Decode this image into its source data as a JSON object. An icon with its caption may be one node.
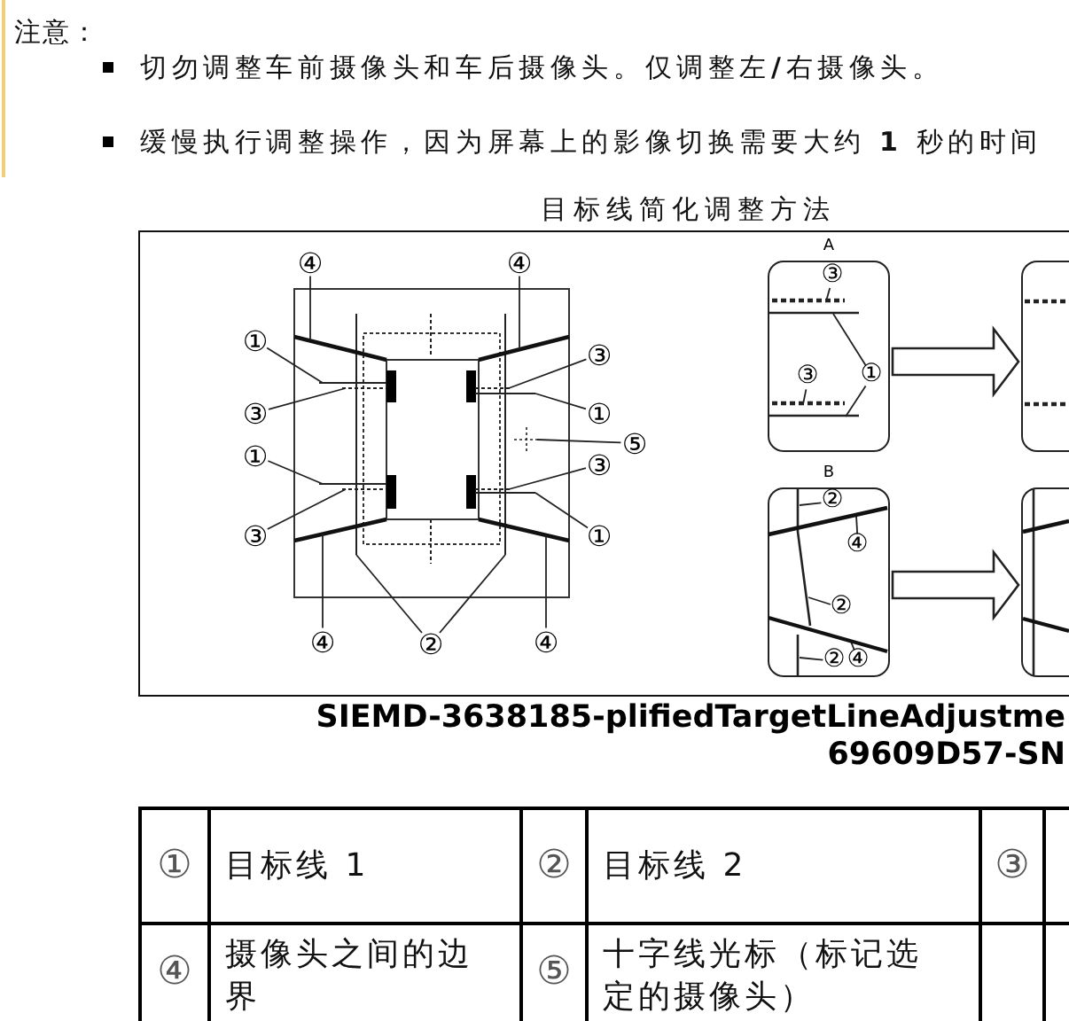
{
  "diagram": {
    "title": "目标线简化调整方法",
    "caption": "SIEMD-3638185-plifiedTargetLineAdjustme 69609D57-SN",
    "nodes": [
      {
        "text": [
          "④"
        ]
      },
      {
        "text": [
          "④"
        ]
      },
      {
        "text": [
          "①"
        ]
      },
      {
        "text": [
          "③"
        ]
      },
      {
        "text": [
          "③"
        ]
      },
      {
        "text": [
          "①"
        ]
      },
      {
        "text": [
          "⑤"
        ]
      },
      {
        "text": [
          "①"
        ]
      },
      {
        "text": [
          "③"
        ]
      },
      {
        "text": [
          "③"
        ]
      },
      {
        "text": [
          "①"
        ]
      },
      {
        "text": [
          "④"
        ]
      },
      {
        "text": [
          "②"
        ]
      },
      {
        "text": [
          "④"
        ]
      },
      {
        "text": [
          "A"
        ]
      },
      {
        "text": [
          "③"
        ],
        "in": 14
      },
      {
        "text": [],
        "shape": "line",
        "in": 14
      },
      {
        "text": [],
        "shape": "line",
        "in": 14
      },
      {
        "text": [
          "③"
        ],
        "in": 14
      },
      {
        "text": [
          "①"
        ],
        "in": 14
      },
      {
        "text": [],
        "shape": "line",
        "in": 14
      },
      {
        "text": [],
        "shape": "line",
        "in": 14
      },
      {
        "text": [],
        "shape": "box"
      },
      {
        "text": [
          "B"
        ]
      },
      {
        "text": [
          "②"
        ],
        "in": 23
      },
      {
        "text": [],
        "shape": "line",
        "in": 23
      },
      {
        "text": [
          "④"
        ],
        "in": 23
      },
      {
        "text": [
          "②"
        ],
        "in": 23
      },
      {
        "text": [],
        "shape": "line",
        "in": 23
      },
      {
        "text": [
          "②"
        ],
        "in": 23
      },
      {
        "text": [
          "④"
        ],
        "in": 23
      },
      {
        "text": [],
        "shape": "box"
      }
    ],
    "edges": [
      {
        "from": 0,
        "to": null,
        "arrow": "none"
      },
      {
        "from": 1,
        "to": null,
        "arrow": "none"
      },
      {
        "from": 2,
        "to": null,
        "arrow": "none"
      },
      {
        "from": 3,
        "to": null,
        "arrow": "none"
      },
      {
        "from": 4,
        "to": null,
        "arrow": "none"
      },
      {
        "from": 5,
        "to": null,
        "arrow": "none"
      },
      {
        "from": 6,
        "to": null,
        "arrow": "none"
      },
      {
        "from": 7,
        "to": null,
        "arrow": "none"
      },
      {
        "from": 8,
        "to": null,
        "arrow": "none"
      },
      {
        "from": 9,
        "to": null,
        "arrow": "none"
      },
      {
        "from": 10,
        "to": null,
        "arrow": "none"
      },
      {
        "from": 11,
        "to": null,
        "arrow": "none"
      },
      {
        "from": 12,
        "to": null,
        "arrow": "none"
      },
      {
        "from": 12,
        "to": null,
        "arrow": "none"
      },
      {
        "from": 13,
        "to": null,
        "arrow": "none"
      },
      {
        "from": 15,
        "to": 16,
        "arrow": "none"
      },
      {
        "from": 18,
        "to": 20,
        "arrow": "none"
      },
      {
        "from": 19,
        "to": 17,
        "arrow": "none"
      },
      {
        "from": 19,
        "to": 21,
        "arrow": "none"
      },
      {
        "from": 14,
        "to": 22,
        "arrow": "to"
      },
      {
        "from": 24,
        "to": null,
        "arrow": "none"
      },
      {
        "from": 26,
        "to": 25,
        "arrow": "none"
      },
      {
        "from": 27,
        "to": null,
        "arrow": "none"
      },
      {
        "from": 29,
        "to": null,
        "arrow": "none"
      },
      {
        "from": 30,
        "to": 28,
        "arrow": "none"
      },
      {
        "from": 23,
        "to": 31,
        "arrow": "to"
      }
    ],
    "labels": [
      "注意：",
      "切勿调整车前摄像头和车后摄像头。仅调整左**/**右摄像头。",
      "缓慢执行调整操作，因为屏幕上的影像切换需要大约 **1** 秒的时间",
      "①",
      "目标线 1",
      "②",
      "目标线 2",
      "③",
      "④",
      "摄像头之间的边界",
      "⑤",
      "十字线光标（标记选定的摄像头）"
    ]
  }
}
